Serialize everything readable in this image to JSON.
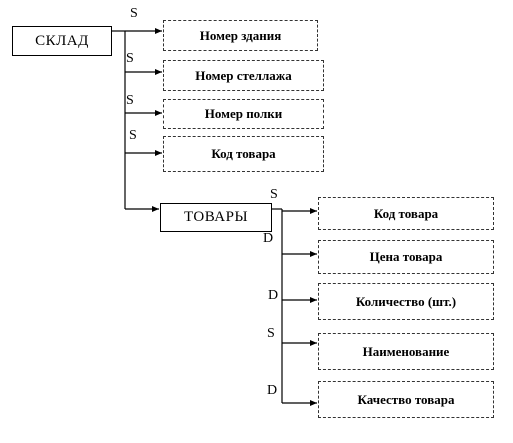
{
  "entities": {
    "root": "СКЛАД",
    "child": "ТОВАРЫ"
  },
  "root_attributes": [
    {
      "label": "Номер здания",
      "type": "S"
    },
    {
      "label": "Номер стеллажа",
      "type": "S"
    },
    {
      "label": "Номер полки",
      "type": "S"
    },
    {
      "label": "Код товара",
      "type": "S"
    }
  ],
  "child_attributes": [
    {
      "label": "Код товара",
      "type": "S"
    },
    {
      "label": "Цена товара",
      "type": "D"
    },
    {
      "label": "Количество (шт.)",
      "type": "D"
    },
    {
      "label": "Наименование",
      "type": "S"
    },
    {
      "label": "Качество товара",
      "type": "D"
    }
  ]
}
